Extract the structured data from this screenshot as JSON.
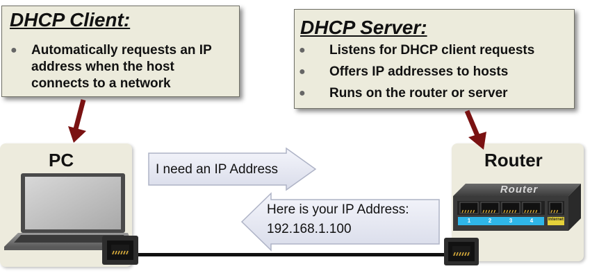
{
  "client": {
    "title": "DHCP Client:",
    "bullets": [
      "Automatically requests an IP address when the host connects to a network"
    ]
  },
  "server": {
    "title": "DHCP Server:",
    "bullets": [
      "Listens for DHCP client requests",
      "Offers IP addresses to hosts",
      "Runs on the router or server"
    ]
  },
  "pc": {
    "label": "PC"
  },
  "router": {
    "label": "Router",
    "device_name": "Router",
    "ports": [
      "1",
      "2",
      "3",
      "4"
    ],
    "wan_port": "Internet"
  },
  "messages": {
    "request": "I need an IP Address",
    "reply_line1": "Here is your IP Address:",
    "reply_line2": "192.168.1.100"
  },
  "colors": {
    "arrow": "#7a1212",
    "callout_bg": "#ecebdc",
    "panel_bg": "#edebdd",
    "port_strip": "#2fb6e8"
  }
}
